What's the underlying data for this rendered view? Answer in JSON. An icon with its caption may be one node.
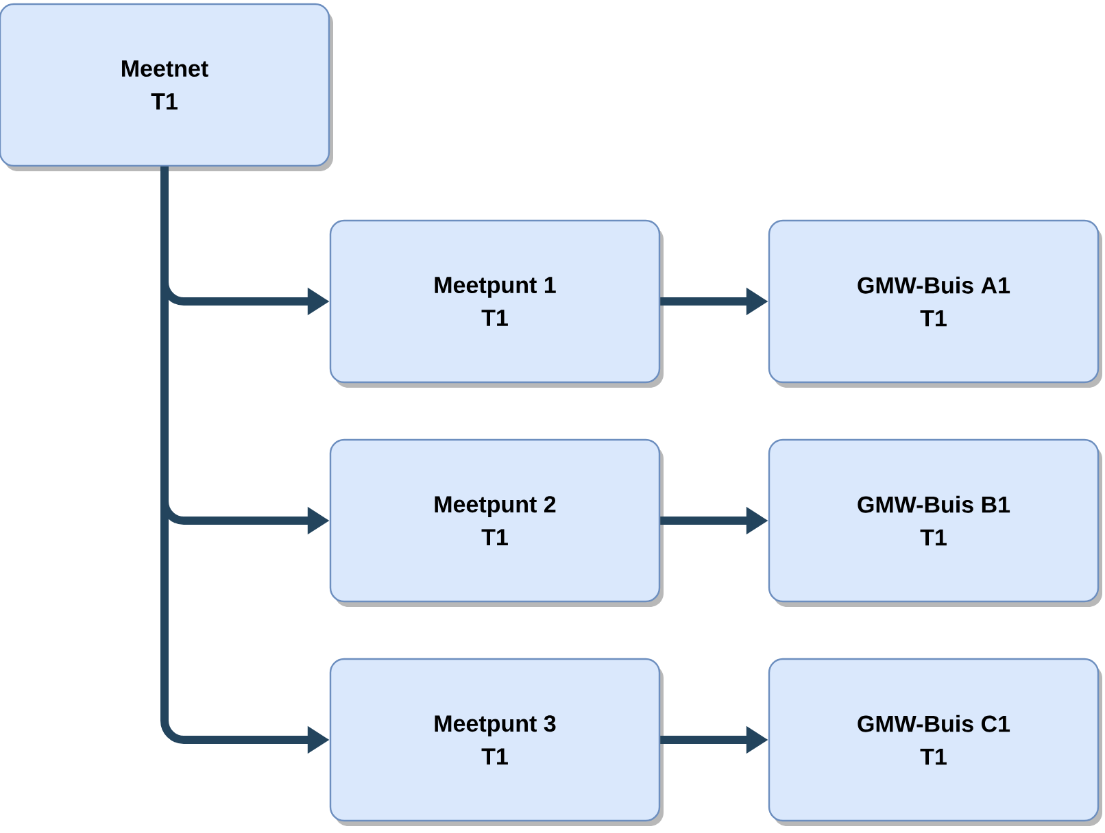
{
  "diagram": {
    "nodes": [
      {
        "text": [
          "Meetnet",
          "T1"
        ]
      },
      {
        "text": [
          "Meetpunt 1",
          "T1"
        ]
      },
      {
        "text": [
          "GMW-Buis A1",
          "T1"
        ]
      },
      {
        "text": [
          "Meetpunt 2",
          "T1"
        ]
      },
      {
        "text": [
          "GMW-Buis B1",
          "T1"
        ]
      },
      {
        "text": [
          "Meetpunt 3",
          "T1"
        ]
      },
      {
        "text": [
          "GMW-Buis C1",
          "T1"
        ]
      }
    ],
    "edges": [
      {
        "from": 0,
        "to": 1,
        "arrow": "to"
      },
      {
        "from": 0,
        "to": 3,
        "arrow": "to"
      },
      {
        "from": 0,
        "to": 5,
        "arrow": "to"
      },
      {
        "from": 1,
        "to": 2,
        "arrow": "to"
      },
      {
        "from": 3,
        "to": 4,
        "arrow": "to"
      },
      {
        "from": 5,
        "to": 6,
        "arrow": "to"
      }
    ]
  }
}
